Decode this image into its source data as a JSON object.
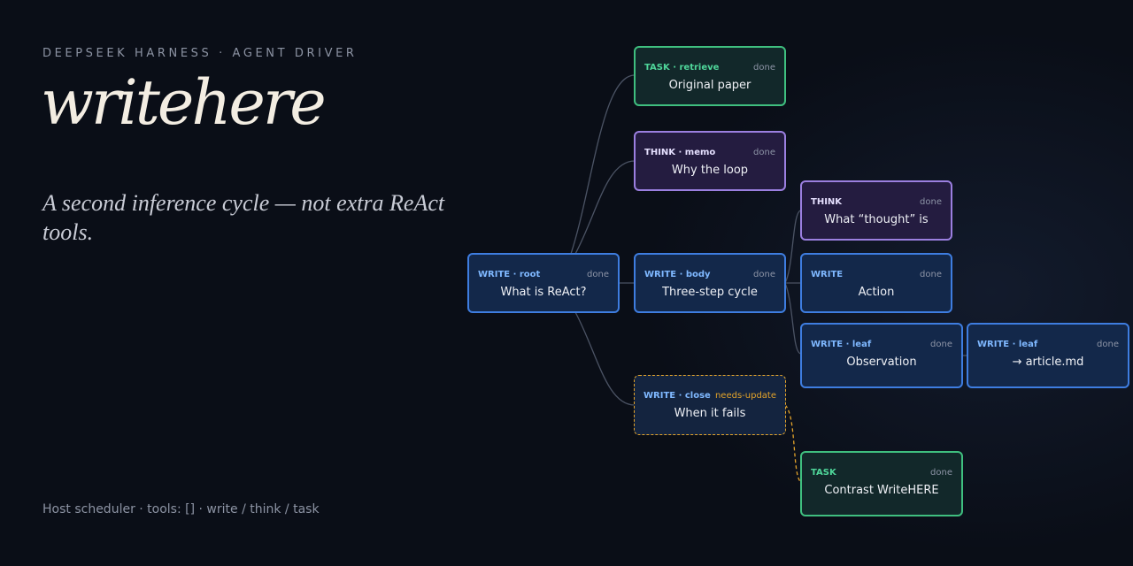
{
  "header": {
    "eyebrow": "DEEPSEEK HARNESS · AGENT DRIVER",
    "wordmark": "writehere",
    "tagline": "A second inference cycle — not extra ReAct tools."
  },
  "footer": {
    "text": "Host scheduler · tools: [] · write / think / task"
  },
  "colors": {
    "write": "#3e7de0",
    "task": "#3fbf7f",
    "think": "#9b7fe0",
    "needs_update": "#e3a32a",
    "background": "#0a0e17"
  },
  "graph": {
    "nodes": [
      {
        "id": "root",
        "type": "write",
        "kind": "WRITE · root",
        "status": "done",
        "label": "What is ReAct?"
      },
      {
        "id": "retrieve",
        "type": "task",
        "kind": "TASK · retrieve",
        "status": "done",
        "label": "Original paper"
      },
      {
        "id": "memo",
        "type": "think",
        "kind": "THINK · memo",
        "status": "done",
        "label": "Why the loop"
      },
      {
        "id": "body",
        "type": "write",
        "kind": "WRITE · body",
        "status": "done",
        "label": "Three-step cycle"
      },
      {
        "id": "close",
        "type": "pending",
        "kind": "WRITE · close",
        "status": "needs-update",
        "label": "When it fails"
      },
      {
        "id": "thought",
        "type": "think",
        "kind": "THINK",
        "status": "done",
        "label": "What “thought” is"
      },
      {
        "id": "action",
        "type": "write",
        "kind": "WRITE",
        "status": "done",
        "label": "Action"
      },
      {
        "id": "observation",
        "type": "write",
        "kind": "WRITE · leaf",
        "status": "done",
        "label": "Observation"
      },
      {
        "id": "article",
        "type": "write",
        "kind": "WRITE · leaf",
        "status": "done",
        "label": "→ article.md"
      },
      {
        "id": "contrast",
        "type": "task",
        "kind": "TASK",
        "status": "done",
        "label": "Contrast WriteHERE"
      }
    ],
    "edges": [
      {
        "from": "root",
        "to": "retrieve"
      },
      {
        "from": "root",
        "to": "memo"
      },
      {
        "from": "root",
        "to": "body"
      },
      {
        "from": "root",
        "to": "close"
      },
      {
        "from": "body",
        "to": "thought"
      },
      {
        "from": "body",
        "to": "action"
      },
      {
        "from": "body",
        "to": "observation"
      },
      {
        "from": "observation",
        "to": "article"
      },
      {
        "from": "close",
        "to": "contrast",
        "style": "dashed"
      }
    ]
  }
}
